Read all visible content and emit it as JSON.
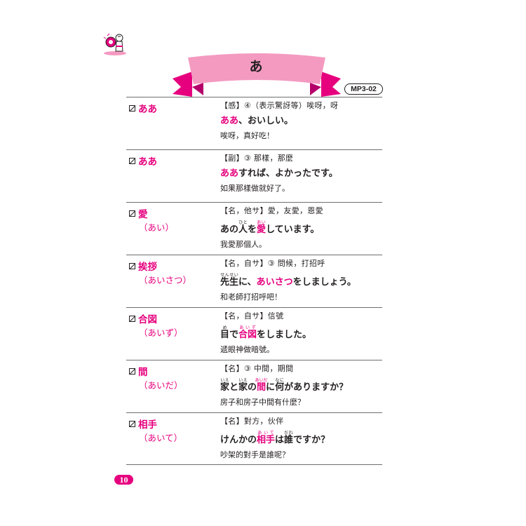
{
  "header": {
    "kana": "あ",
    "audio_track": "MP3-02"
  },
  "page_number": "10",
  "entries": [
    {
      "word": "ああ",
      "reading": "",
      "pos": "【感】④（表示驚訝等）唉呀，呀",
      "sentence": [
        {
          "t": "ああ",
          "hl": true
        },
        {
          "t": "、おいしい。"
        }
      ],
      "translation": "唉呀，真好吃！"
    },
    {
      "word": "ああ",
      "reading": "",
      "pos": "【副】③ 那樣，那麼",
      "sentence": [
        {
          "t": "ああ",
          "hl": true
        },
        {
          "t": "すれば、よかったです。"
        }
      ],
      "translation": "如果那樣做就好了。"
    },
    {
      "word": "愛",
      "reading": "（あい）",
      "pos": "【名，他サ】愛，友愛，恩愛",
      "sentence": [
        {
          "t": "あの"
        },
        {
          "t": "人",
          "ruby": "ひと"
        },
        {
          "t": "を"
        },
        {
          "t": "愛",
          "ruby": "あい",
          "hl": true
        },
        {
          "t": "しています。"
        }
      ],
      "translation": "我愛那個人。"
    },
    {
      "word": "挨拶",
      "reading": "（あいさつ）",
      "pos": "【名，自サ】③ 問候，打招呼",
      "sentence": [
        {
          "t": "先生",
          "ruby": "せんせい"
        },
        {
          "t": "に、"
        },
        {
          "t": "あいさつ",
          "hl": true
        },
        {
          "t": "をしましょう。"
        }
      ],
      "translation": "和老師打招呼吧！"
    },
    {
      "word": "合図",
      "reading": "（あいず）",
      "pos": "【名，自サ】信號",
      "sentence": [
        {
          "t": "目",
          "ruby": "め"
        },
        {
          "t": "で"
        },
        {
          "t": "合図",
          "ruby": "あいず",
          "hl": true
        },
        {
          "t": "をしました。"
        }
      ],
      "translation": "遞眼神做暗號。"
    },
    {
      "word": "間",
      "reading": "（あいだ）",
      "pos": "【名】③ 中間，期間",
      "sentence": [
        {
          "t": "家",
          "ruby": "いえ"
        },
        {
          "t": "と"
        },
        {
          "t": "家",
          "ruby": "いえ"
        },
        {
          "t": "の"
        },
        {
          "t": "間",
          "ruby": "あいだ",
          "hl": true
        },
        {
          "t": "に"
        },
        {
          "t": "何",
          "ruby": "なに"
        },
        {
          "t": "がありますか？"
        }
      ],
      "translation": "房子和房子中間有什麼？"
    },
    {
      "word": "相手",
      "reading": "（あいて）",
      "pos": "【名】對方，伙伴",
      "sentence": [
        {
          "t": "けんかの"
        },
        {
          "t": "相手",
          "ruby": "あいて",
          "hl": true
        },
        {
          "t": "は"
        },
        {
          "t": "誰",
          "ruby": "だれ"
        },
        {
          "t": "ですか？"
        }
      ],
      "translation": "吵架的對手是誰呢？"
    }
  ],
  "colors": {
    "accent": "#e6007e",
    "ribbon": "#f49ac1",
    "rule": "#6d6e71",
    "text": "#231f20"
  }
}
